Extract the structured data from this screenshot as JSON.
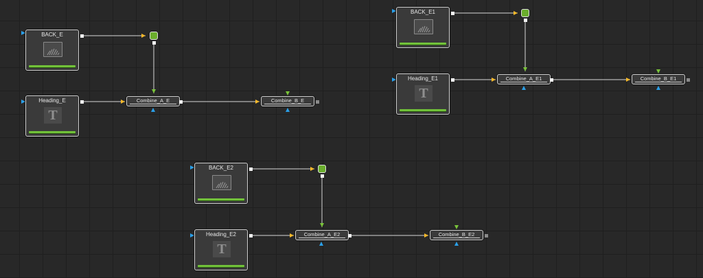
{
  "groups": [
    {
      "back": {
        "label": "BACK_E"
      },
      "heading": {
        "label": "Heading_E"
      },
      "combine_a": {
        "label": "Combine_A_E"
      },
      "combine_b": {
        "label": "Combine_B_E"
      }
    },
    {
      "back": {
        "label": "BACK_E1"
      },
      "heading": {
        "label": "Heading_E1"
      },
      "combine_a": {
        "label": "Combine_A_E1"
      },
      "combine_b": {
        "label": "Combine_B_E1"
      }
    },
    {
      "back": {
        "label": "BACK_E2"
      },
      "heading": {
        "label": "Heading_E2"
      },
      "combine_a": {
        "label": "Combine_A_E2"
      },
      "combine_b": {
        "label": "Combine_B_E2"
      }
    }
  ],
  "icons": {
    "background_thumb": "image-thumbnail-icon",
    "text_thumb": "T-glyph",
    "text_glyph": "T",
    "merge": "merge-node-icon",
    "input": "input-triangle-icon"
  },
  "colors": {
    "canvas": "#282828",
    "grid": "#1f1f1f",
    "node_body": "#3a3a3a",
    "node_border": "#cfcfcf",
    "wire_white": "#d9d9d9",
    "arrow_orange": "#f5b82a",
    "input_blue": "#2a9fe8",
    "merge_green": "#6aad2c",
    "status_green": "#72c23a"
  }
}
